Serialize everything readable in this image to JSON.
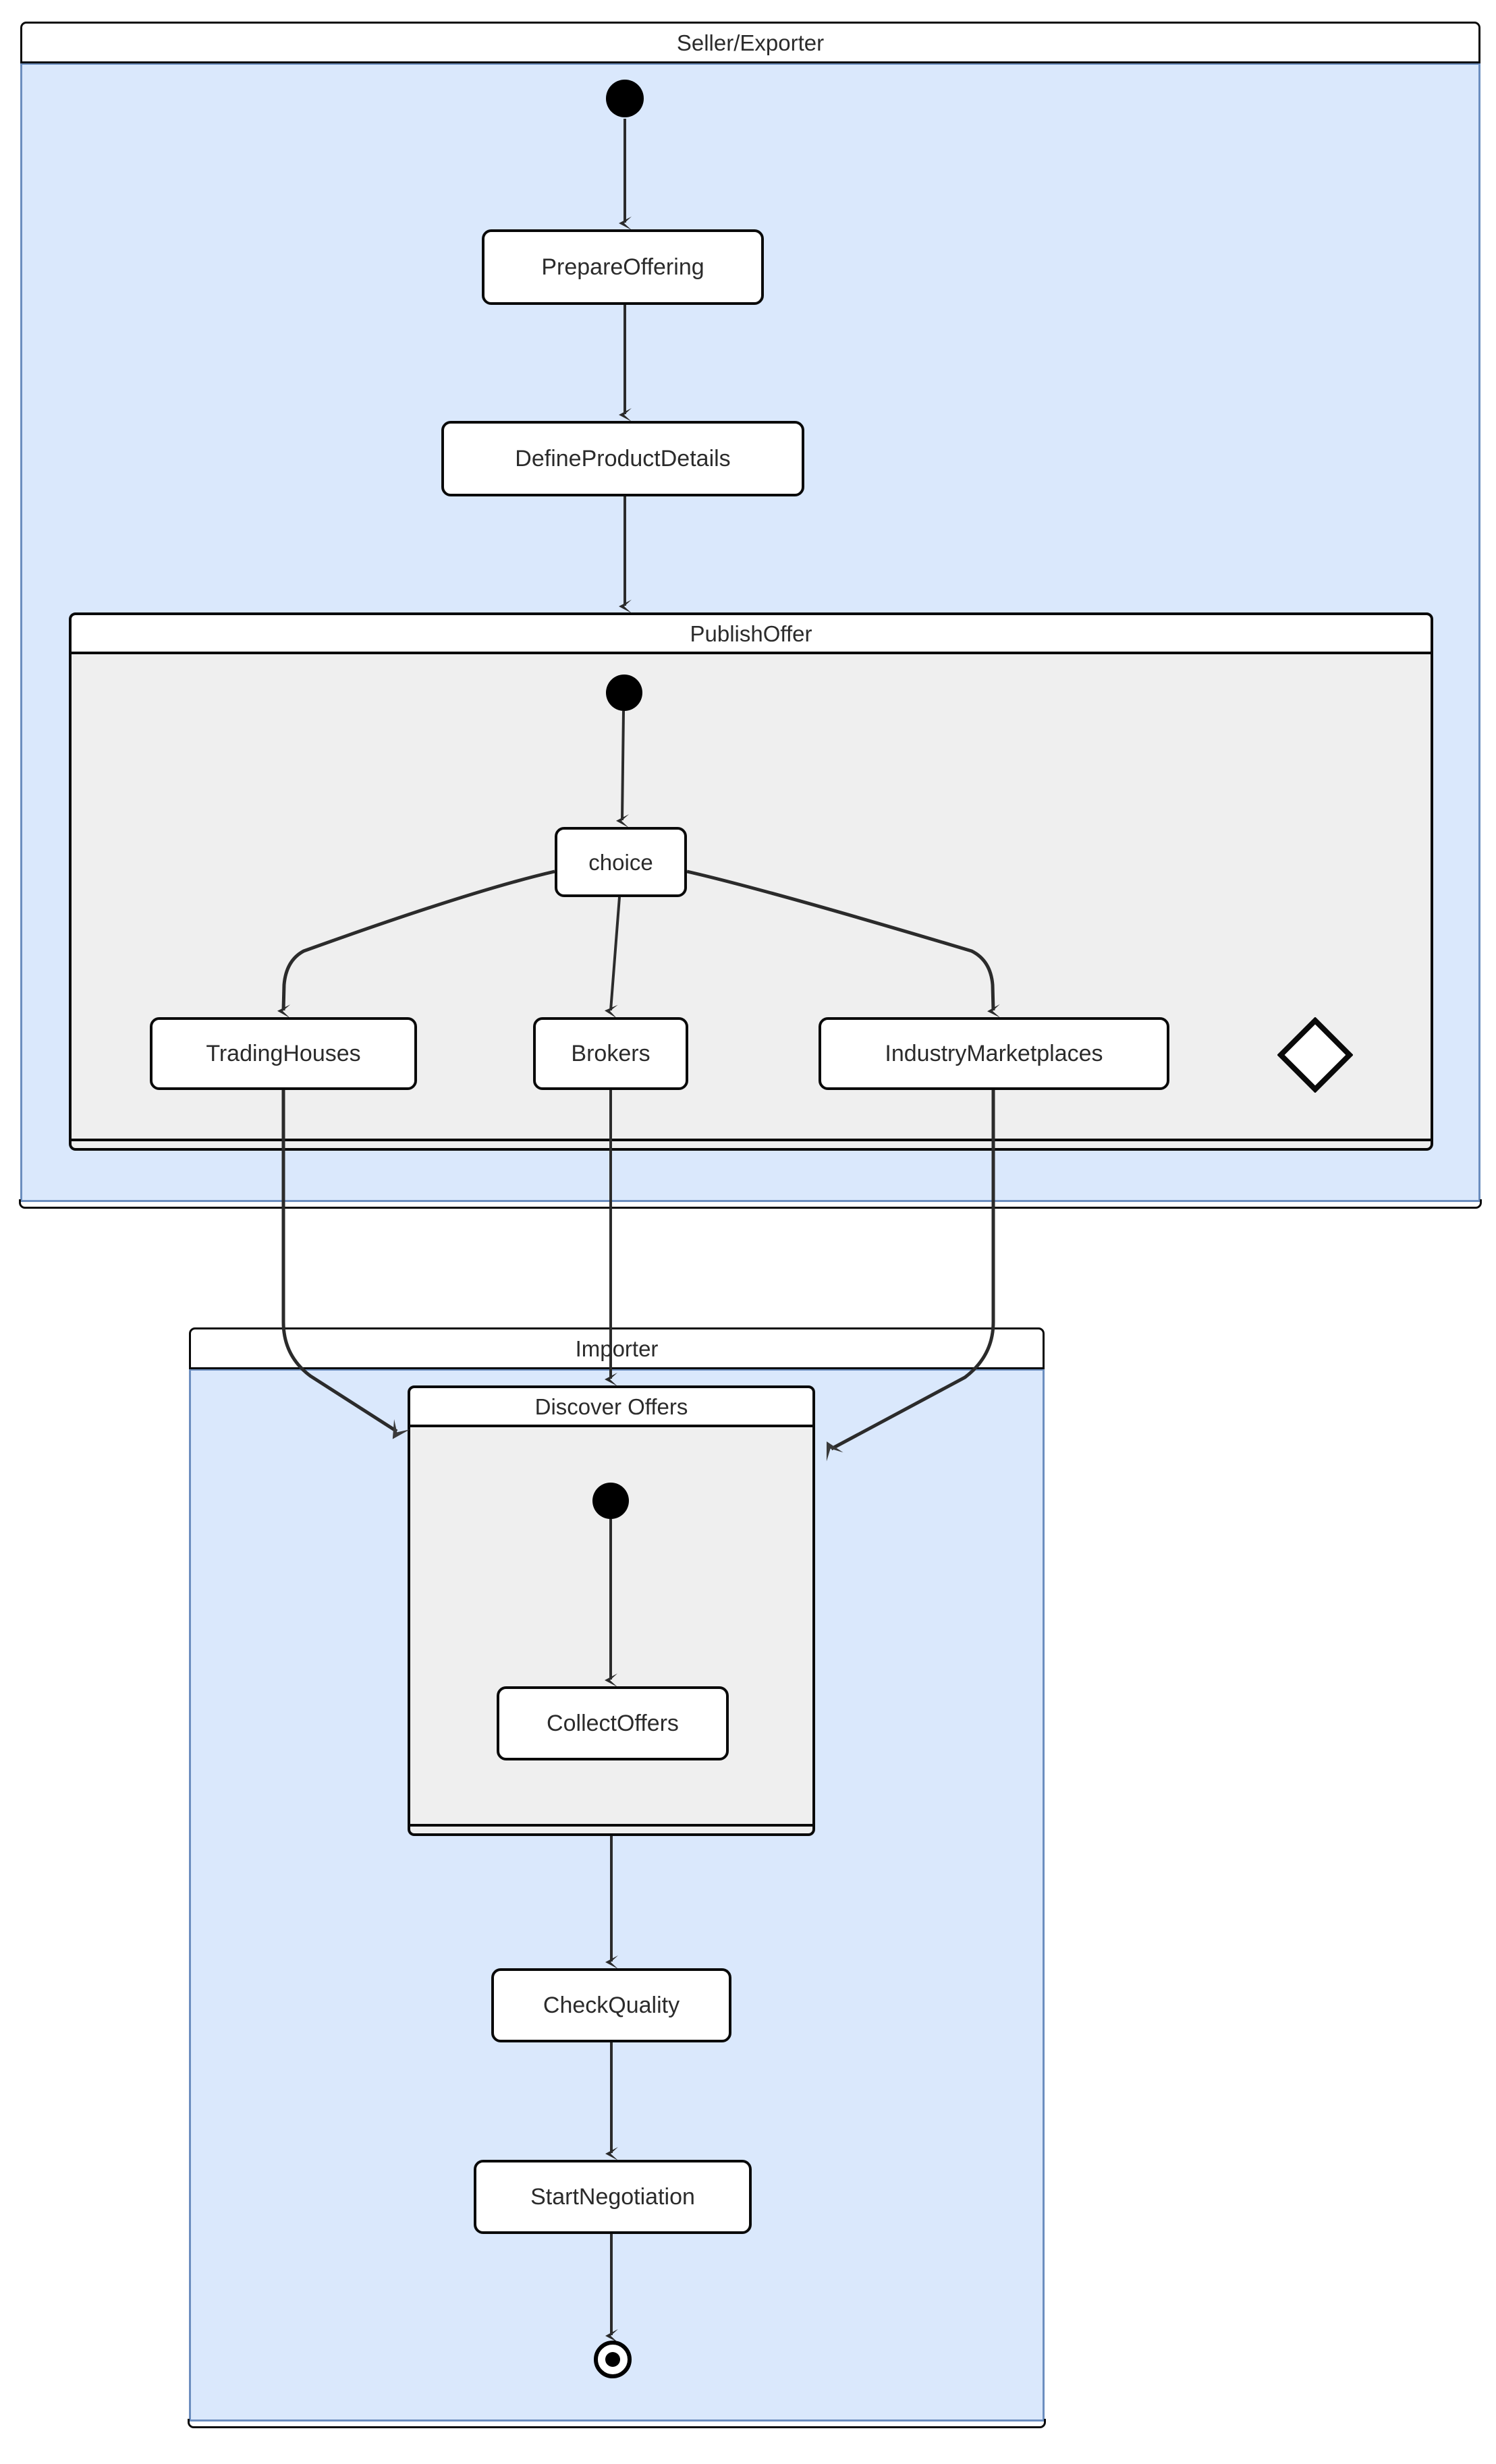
{
  "diagram": {
    "type": "uml-activity-diagram",
    "title": "Seller/Exporter and Importer offer publication and discovery",
    "colors": {
      "swimlane_fill": "#DAE8FC",
      "swimlane_border": "#6C8EBF",
      "composite_fill": "#EFEFEF",
      "node_fill": "#FFFFFF",
      "line": "#0A0A0A",
      "text": "#2B2B2B"
    }
  },
  "swimlanes": [
    {
      "id": "seller",
      "label": "Seller/Exporter"
    },
    {
      "id": "importer",
      "label": "Importer"
    }
  ],
  "composites": [
    {
      "id": "publish-offer",
      "label": "PublishOffer",
      "parent": "seller"
    },
    {
      "id": "discover-offers",
      "label": "Discover Offers",
      "parent": "importer"
    }
  ],
  "nodes": [
    {
      "id": "start-seller",
      "kind": "initial",
      "label": "",
      "parent": "seller"
    },
    {
      "id": "prepare-offering",
      "kind": "action",
      "label": "PrepareOffering",
      "parent": "seller"
    },
    {
      "id": "define-product",
      "kind": "action",
      "label": "DefineProductDetails",
      "parent": "seller"
    },
    {
      "id": "start-publish",
      "kind": "initial",
      "label": "",
      "parent": "publish-offer"
    },
    {
      "id": "choice",
      "kind": "action",
      "label": "choice",
      "parent": "publish-offer"
    },
    {
      "id": "trading-houses",
      "kind": "action",
      "label": "TradingHouses",
      "parent": "publish-offer"
    },
    {
      "id": "brokers",
      "kind": "action",
      "label": "Brokers",
      "parent": "publish-offer"
    },
    {
      "id": "industry-marketplaces",
      "kind": "action",
      "label": "IndustryMarketplaces",
      "parent": "publish-offer"
    },
    {
      "id": "merge-diamond",
      "kind": "decision",
      "label": "",
      "parent": "publish-offer"
    },
    {
      "id": "start-discover",
      "kind": "initial",
      "label": "",
      "parent": "discover-offers"
    },
    {
      "id": "collect-offers",
      "kind": "action",
      "label": "CollectOffers",
      "parent": "discover-offers"
    },
    {
      "id": "check-quality",
      "kind": "action",
      "label": "CheckQuality",
      "parent": "importer"
    },
    {
      "id": "start-negotiation",
      "kind": "action",
      "label": "StartNegotiation",
      "parent": "importer"
    },
    {
      "id": "end-importer",
      "kind": "final",
      "label": "",
      "parent": "importer"
    }
  ],
  "edges": [
    {
      "from": "start-seller",
      "to": "prepare-offering",
      "label": ""
    },
    {
      "from": "prepare-offering",
      "to": "define-product",
      "label": ""
    },
    {
      "from": "define-product",
      "to": "publish-offer",
      "label": ""
    },
    {
      "from": "start-publish",
      "to": "choice",
      "label": ""
    },
    {
      "from": "choice",
      "to": "trading-houses",
      "label": ""
    },
    {
      "from": "choice",
      "to": "brokers",
      "label": ""
    },
    {
      "from": "choice",
      "to": "industry-marketplaces",
      "label": ""
    },
    {
      "from": "trading-houses",
      "to": "discover-offers",
      "label": ""
    },
    {
      "from": "brokers",
      "to": "discover-offers",
      "label": ""
    },
    {
      "from": "industry-marketplaces",
      "to": "discover-offers",
      "label": ""
    },
    {
      "from": "start-discover",
      "to": "collect-offers",
      "label": ""
    },
    {
      "from": "discover-offers",
      "to": "check-quality",
      "label": ""
    },
    {
      "from": "check-quality",
      "to": "start-negotiation",
      "label": ""
    },
    {
      "from": "start-negotiation",
      "to": "end-importer",
      "label": ""
    }
  ]
}
